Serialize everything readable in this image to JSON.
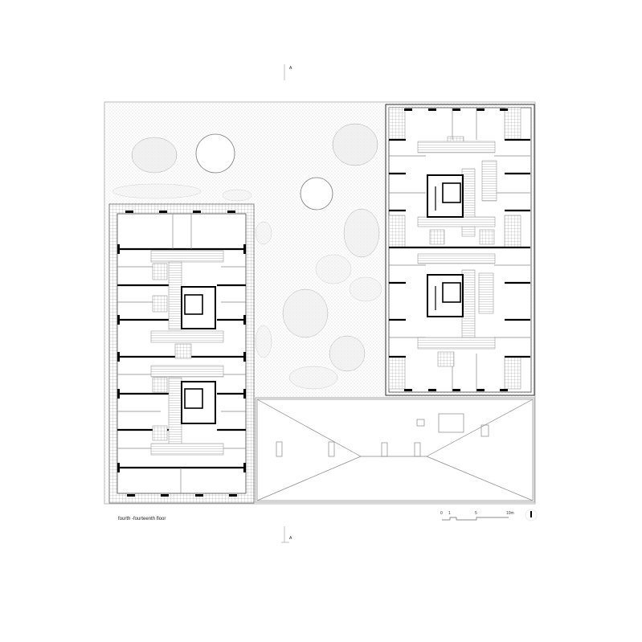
{
  "drawing": {
    "type": "architectural floor plan",
    "caption": "fourth -fourteenth floor",
    "section_marker_top": "A",
    "section_marker_bottom": "A",
    "scale_bar": {
      "labels": [
        "0",
        "1",
        "5",
        "10m"
      ],
      "unit": "m"
    },
    "north_arrow": "north-arrow",
    "colors": {
      "line": "#000000",
      "thin_line": "#888888",
      "hatch": "#9a9a9a",
      "stipple": "#c8c8c8",
      "background": "#ffffff"
    }
  },
  "elements": {
    "buildings": [
      {
        "name": "west-block",
        "cores": 2
      },
      {
        "name": "east-block",
        "cores": 2
      }
    ],
    "courtyard": {
      "circles": 2,
      "tree_groups": 8
    },
    "low_building_roof": {
      "skylights": 7
    }
  }
}
